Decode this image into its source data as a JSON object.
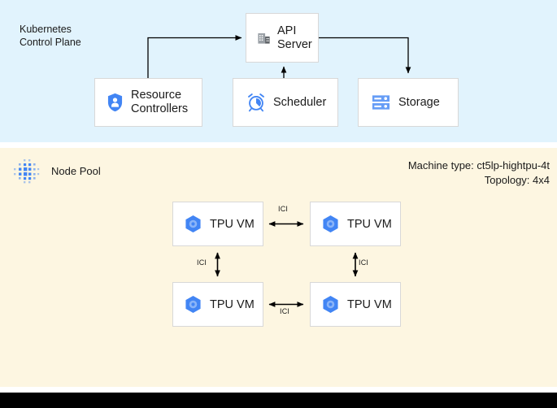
{
  "diagram": {
    "control_plane": {
      "label": "Kubernetes\nControl Plane",
      "background_color": "#e1f3fd",
      "nodes": [
        {
          "id": "api-server",
          "label": "API\nServer",
          "icon": "building-icon"
        },
        {
          "id": "resource-controllers",
          "label": "Resource\nControllers",
          "icon": "shield-user-icon"
        },
        {
          "id": "scheduler",
          "label": "Scheduler",
          "icon": "alarm-clock-icon"
        },
        {
          "id": "storage",
          "label": "Storage",
          "icon": "server-storage-icon"
        }
      ],
      "edges": [
        {
          "from": "resource-controllers",
          "to": "api-server",
          "direction": "one-way"
        },
        {
          "from": "scheduler",
          "to": "api-server",
          "direction": "one-way"
        },
        {
          "from": "api-server",
          "to": "storage",
          "direction": "one-way"
        }
      ]
    },
    "node_pool": {
      "label": "Node Pool",
      "icon": "dot-grid-icon",
      "background_color": "#fdf6e1",
      "machine_type_line": "Machine type: ct5lp-hightpu-4t",
      "topology_line": "Topology: 4x4",
      "vms": [
        {
          "id": "tpu-vm-0",
          "label": "TPU VM",
          "icon": "tpu-hexagon-icon"
        },
        {
          "id": "tpu-vm-1",
          "label": "TPU VM",
          "icon": "tpu-hexagon-icon"
        },
        {
          "id": "tpu-vm-2",
          "label": "TPU VM",
          "icon": "tpu-hexagon-icon"
        },
        {
          "id": "tpu-vm-3",
          "label": "TPU VM",
          "icon": "tpu-hexagon-icon"
        }
      ],
      "interconnects": [
        {
          "id": "ici-top",
          "label": "ICI",
          "between": [
            "tpu-vm-0",
            "tpu-vm-1"
          ],
          "direction": "two-way"
        },
        {
          "id": "ici-left",
          "label": "ICI",
          "between": [
            "tpu-vm-0",
            "tpu-vm-2"
          ],
          "direction": "two-way"
        },
        {
          "id": "ici-right",
          "label": "ICI",
          "between": [
            "tpu-vm-1",
            "tpu-vm-3"
          ],
          "direction": "two-way"
        },
        {
          "id": "ici-bottom",
          "label": "ICI",
          "between": [
            "tpu-vm-2",
            "tpu-vm-3"
          ],
          "direction": "two-way"
        }
      ]
    },
    "colors": {
      "accent_blue": "#4285f4",
      "icon_gray": "#5f6368",
      "panel_blue": "#e1f3fd",
      "panel_cream": "#fdf6e1",
      "box_border": "#d8d8d8",
      "connector": "#000000",
      "bottom_bar": "#000000"
    }
  }
}
